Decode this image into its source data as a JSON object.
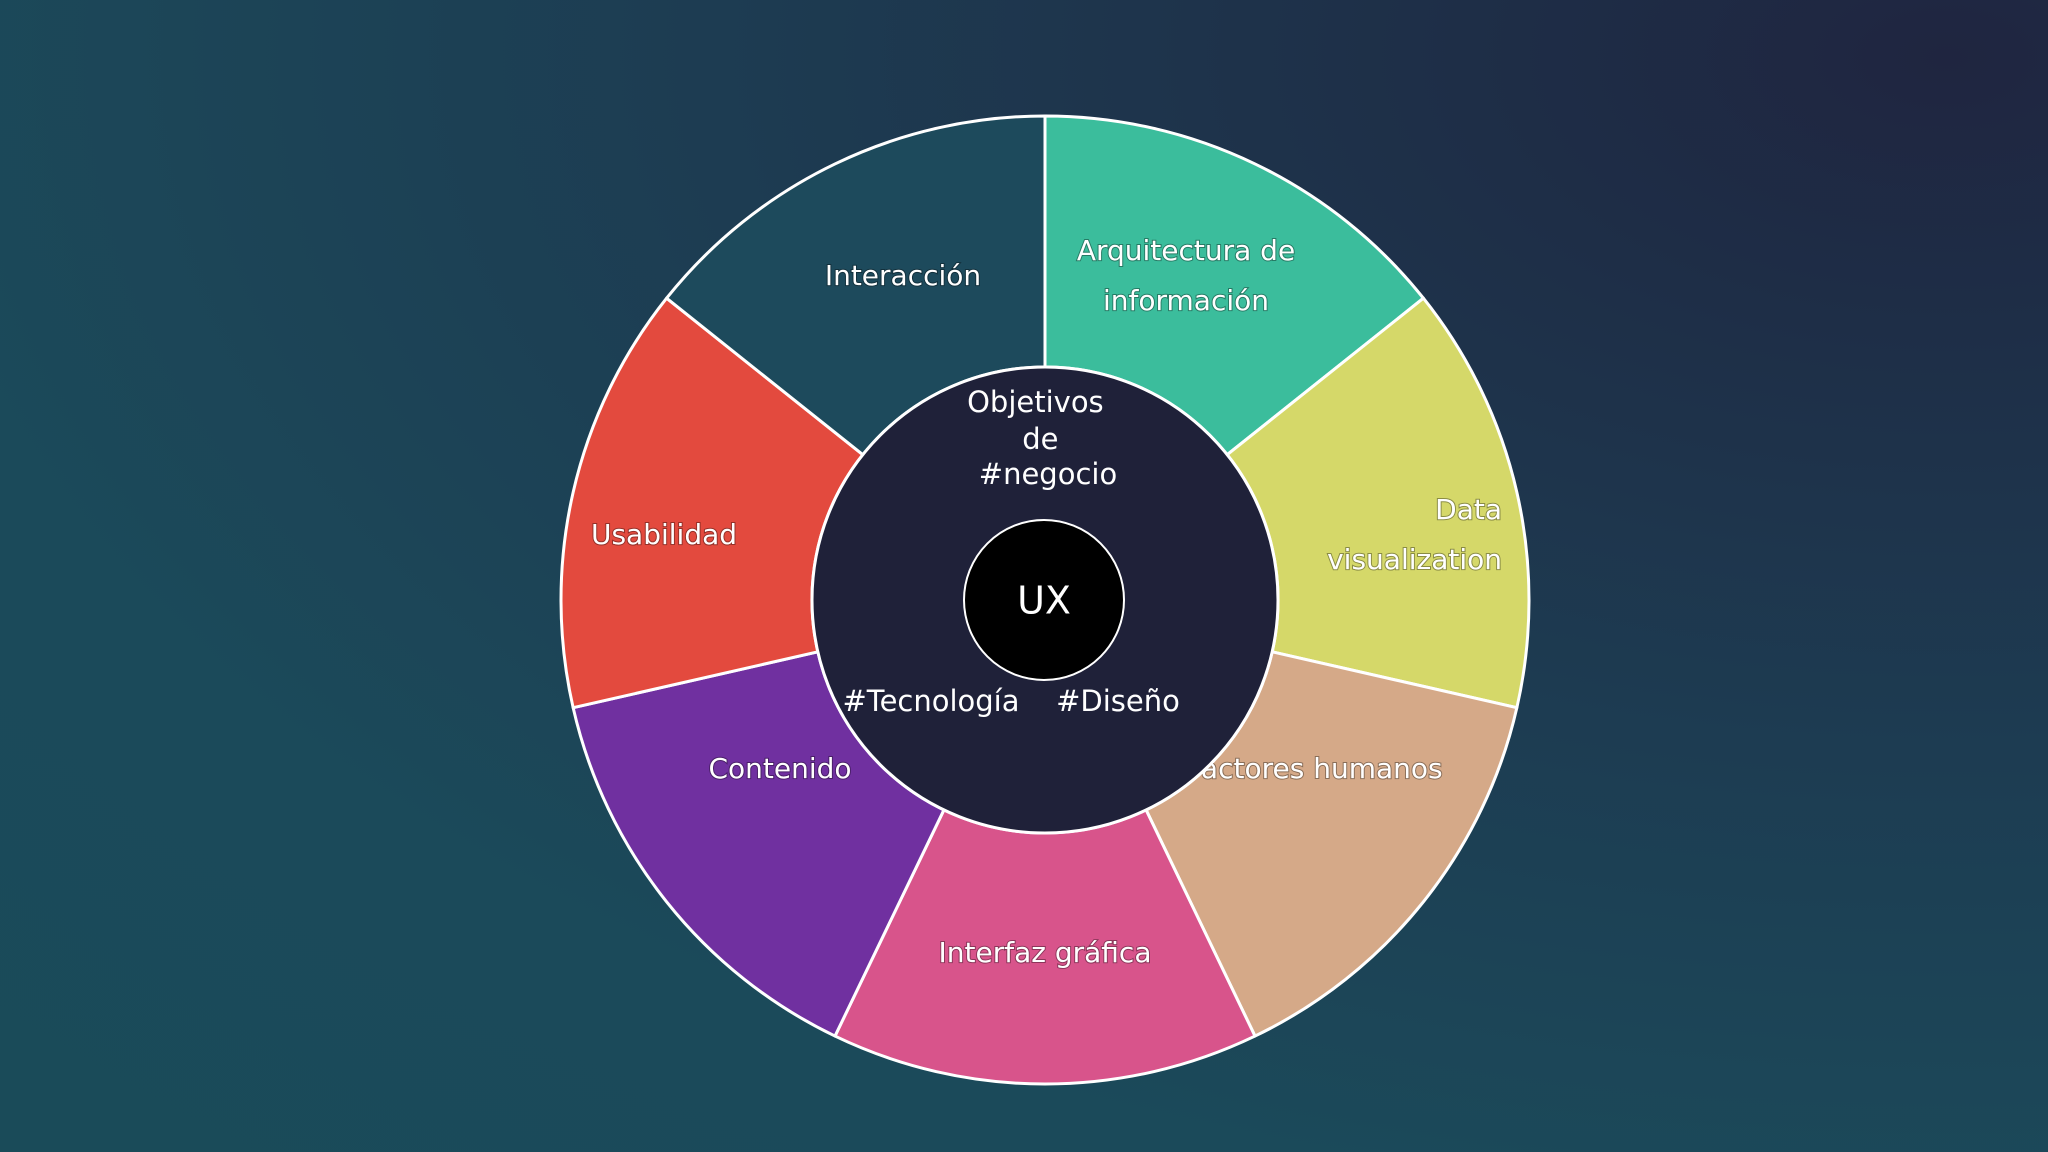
{
  "wheel": {
    "segments": [
      {
        "id": "arquitectura",
        "lines": [
          "Arquitectura de",
          "información"
        ],
        "color": "#3bbd9c"
      },
      {
        "id": "data-visualization",
        "lines": [
          "Data",
          "visualization"
        ],
        "color": "#d5d869"
      },
      {
        "id": "factores-humanos",
        "lines": [
          "Factores humanos"
        ],
        "color": "#d5a988"
      },
      {
        "id": "interfaz-grafica",
        "lines": [
          "Interfaz gráfica"
        ],
        "color": "#d8548b"
      },
      {
        "id": "contenido",
        "lines": [
          "Contenido"
        ],
        "color": "#7030a0"
      },
      {
        "id": "usabilidad",
        "lines": [
          "Usabilidad"
        ],
        "color": "#e34a3e"
      },
      {
        "id": "interaccion",
        "lines": [
          "Interacción"
        ],
        "color": "#1d4a5c"
      }
    ],
    "outline_color": "#ffffff",
    "inner": {
      "color": "#1f2139",
      "top": [
        "Objetivos",
        "de",
        "#negocio"
      ],
      "left": "#Tecnología",
      "right": "#Diseño"
    },
    "core": {
      "label": "UX",
      "color": "#000000"
    }
  }
}
